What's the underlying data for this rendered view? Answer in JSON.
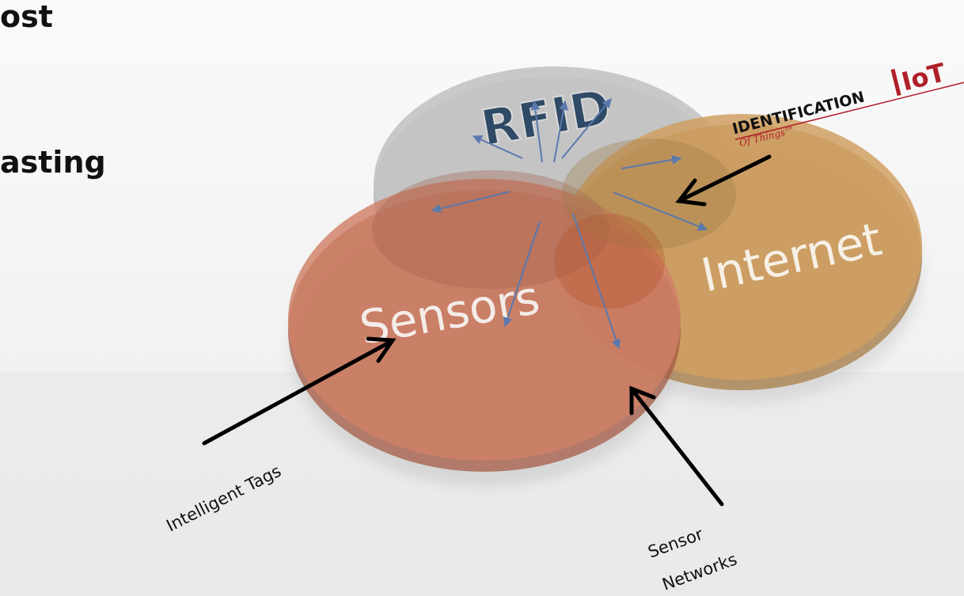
{
  "slide": {
    "text_line_1": "ost",
    "text_line_2": "asting"
  },
  "logo": {
    "wordmark": "IDENTIFICATION",
    "tagline": "Of Things™",
    "mark": "IoT"
  },
  "discs": {
    "rfid": {
      "label": "RFID",
      "color": "#c4c4c4",
      "label_color": "#2f4a66"
    },
    "sensors": {
      "label": "Sensors",
      "color": "#cf8066",
      "label_color": "#f4ece8"
    },
    "internet": {
      "label": "Internet",
      "color": "#d0a062",
      "label_color": "#f7f0e6"
    }
  },
  "annotations": {
    "intelligent_tags": "Intelligent Tags",
    "sensor_networks_line1": "Sensor",
    "sensor_networks_line2": "Networks"
  },
  "colors": {
    "arrow_small": "#5b78ad",
    "arrow_large": "#000000",
    "logo_red": "#b0202a"
  }
}
